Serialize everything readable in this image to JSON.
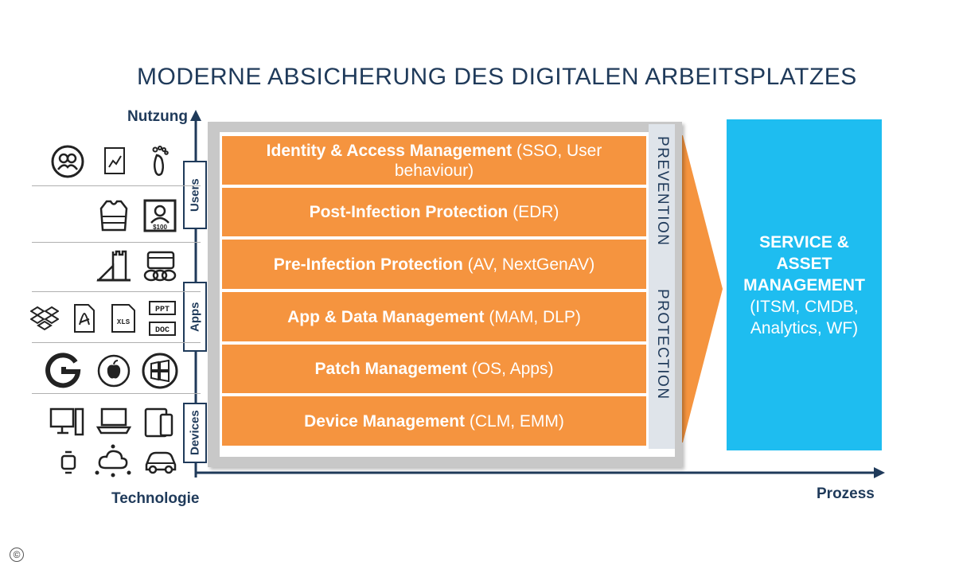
{
  "title": "MODERNE ABSICHERUNG DES DIGITALEN ARBEITSPLATZES",
  "axes": {
    "y_label": "Nutzung",
    "x_label_left": "Technologie",
    "x_label_right": "Prozess"
  },
  "layers": [
    {
      "name": "Identity & Access Management",
      "detail": "(SSO, User behaviour)"
    },
    {
      "name": "Post-Infection Protection",
      "detail": "(EDR)"
    },
    {
      "name": "Pre-Infection Protection",
      "detail": "(AV, NextGenAV)"
    },
    {
      "name": "App & Data Management",
      "detail": "(MAM, DLP)"
    },
    {
      "name": "Patch Management",
      "detail": "(OS, Apps)"
    },
    {
      "name": "Device Management",
      "detail": "(CLM, EMM)"
    }
  ],
  "side_labels": {
    "prevention": "PREVENTION",
    "protection": "PROTECTION"
  },
  "service": {
    "title_line1": "SERVICE &",
    "title_line2": "ASSET",
    "title_line3": "MANAGEMENT",
    "sub_line1": "(ITSM, CMDB,",
    "sub_line2": "Analytics, WF)"
  },
  "tabs": {
    "users": "Users",
    "apps": "Apps",
    "devices": "Devices"
  },
  "doc_labels": {
    "ppt": "PPT",
    "doc": "DOC",
    "xls": "XLS",
    "price": "$100"
  },
  "copyright": "©",
  "colors": {
    "orange": "#f5943f",
    "cyan": "#1ebdf0",
    "navy": "#1f3a5a",
    "frame": "#c8c8c8"
  }
}
